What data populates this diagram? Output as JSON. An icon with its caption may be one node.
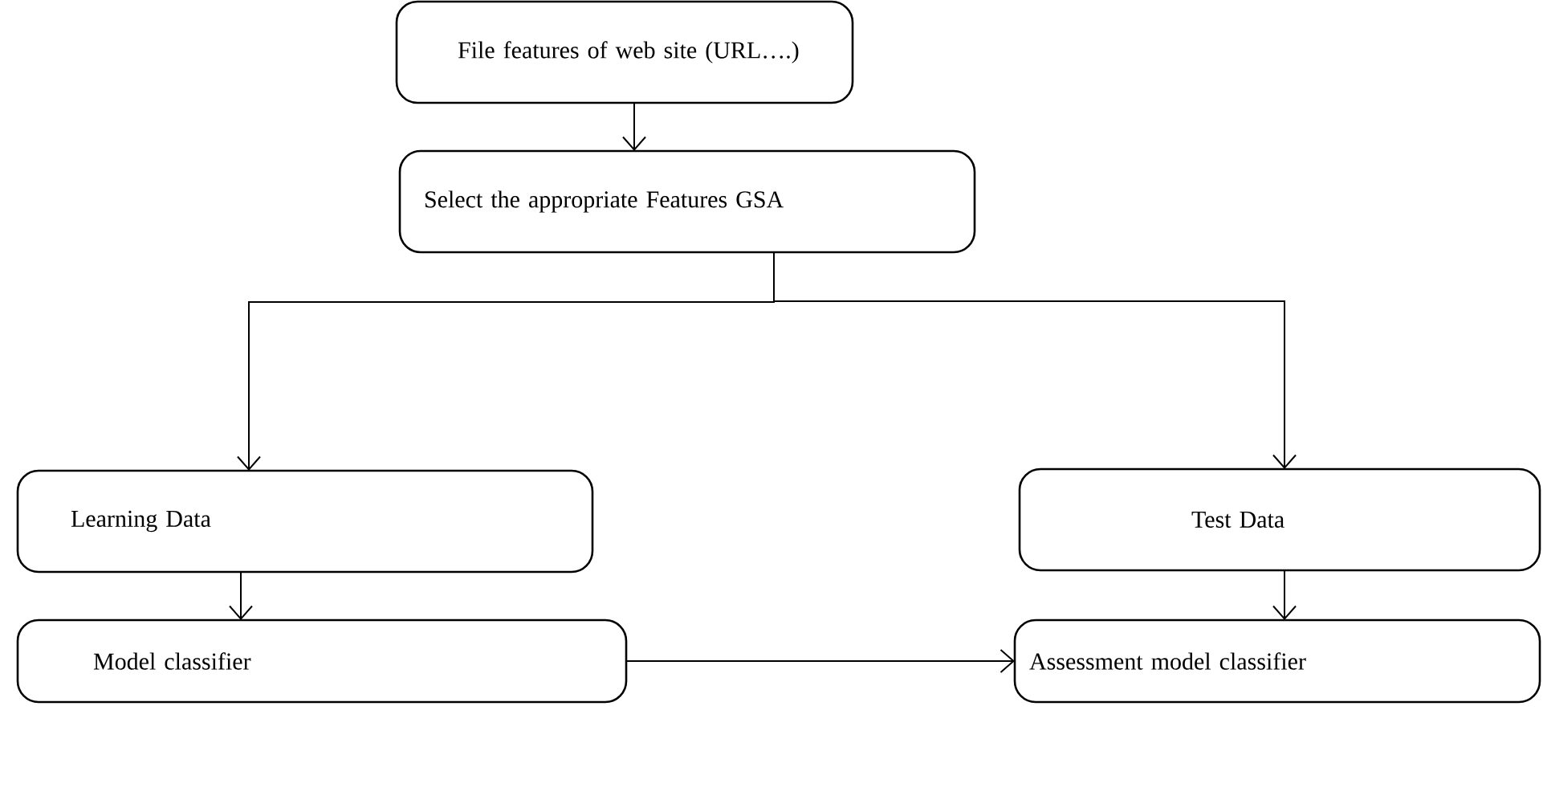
{
  "diagram": {
    "nodes": [
      {
        "text": [
          "File features of web site (URL….)"
        ]
      },
      {
        "text": [
          "Select the appropriate Features GSA"
        ]
      },
      {
        "text": [
          "Learning Data"
        ]
      },
      {
        "text": [
          "Test Data"
        ]
      },
      {
        "text": [
          "Model classifier"
        ]
      },
      {
        "text": [
          "Assessment model classifier"
        ]
      }
    ],
    "edges": [
      {
        "from": 0,
        "to": 1,
        "arrow": "to"
      },
      {
        "from": 1,
        "to": 2,
        "arrow": "to"
      },
      {
        "from": 1,
        "to": 3,
        "arrow": "to"
      },
      {
        "from": 2,
        "to": 4,
        "arrow": "to"
      },
      {
        "from": 3,
        "to": 5,
        "arrow": "to"
      },
      {
        "from": 4,
        "to": 5,
        "arrow": "to"
      }
    ]
  }
}
